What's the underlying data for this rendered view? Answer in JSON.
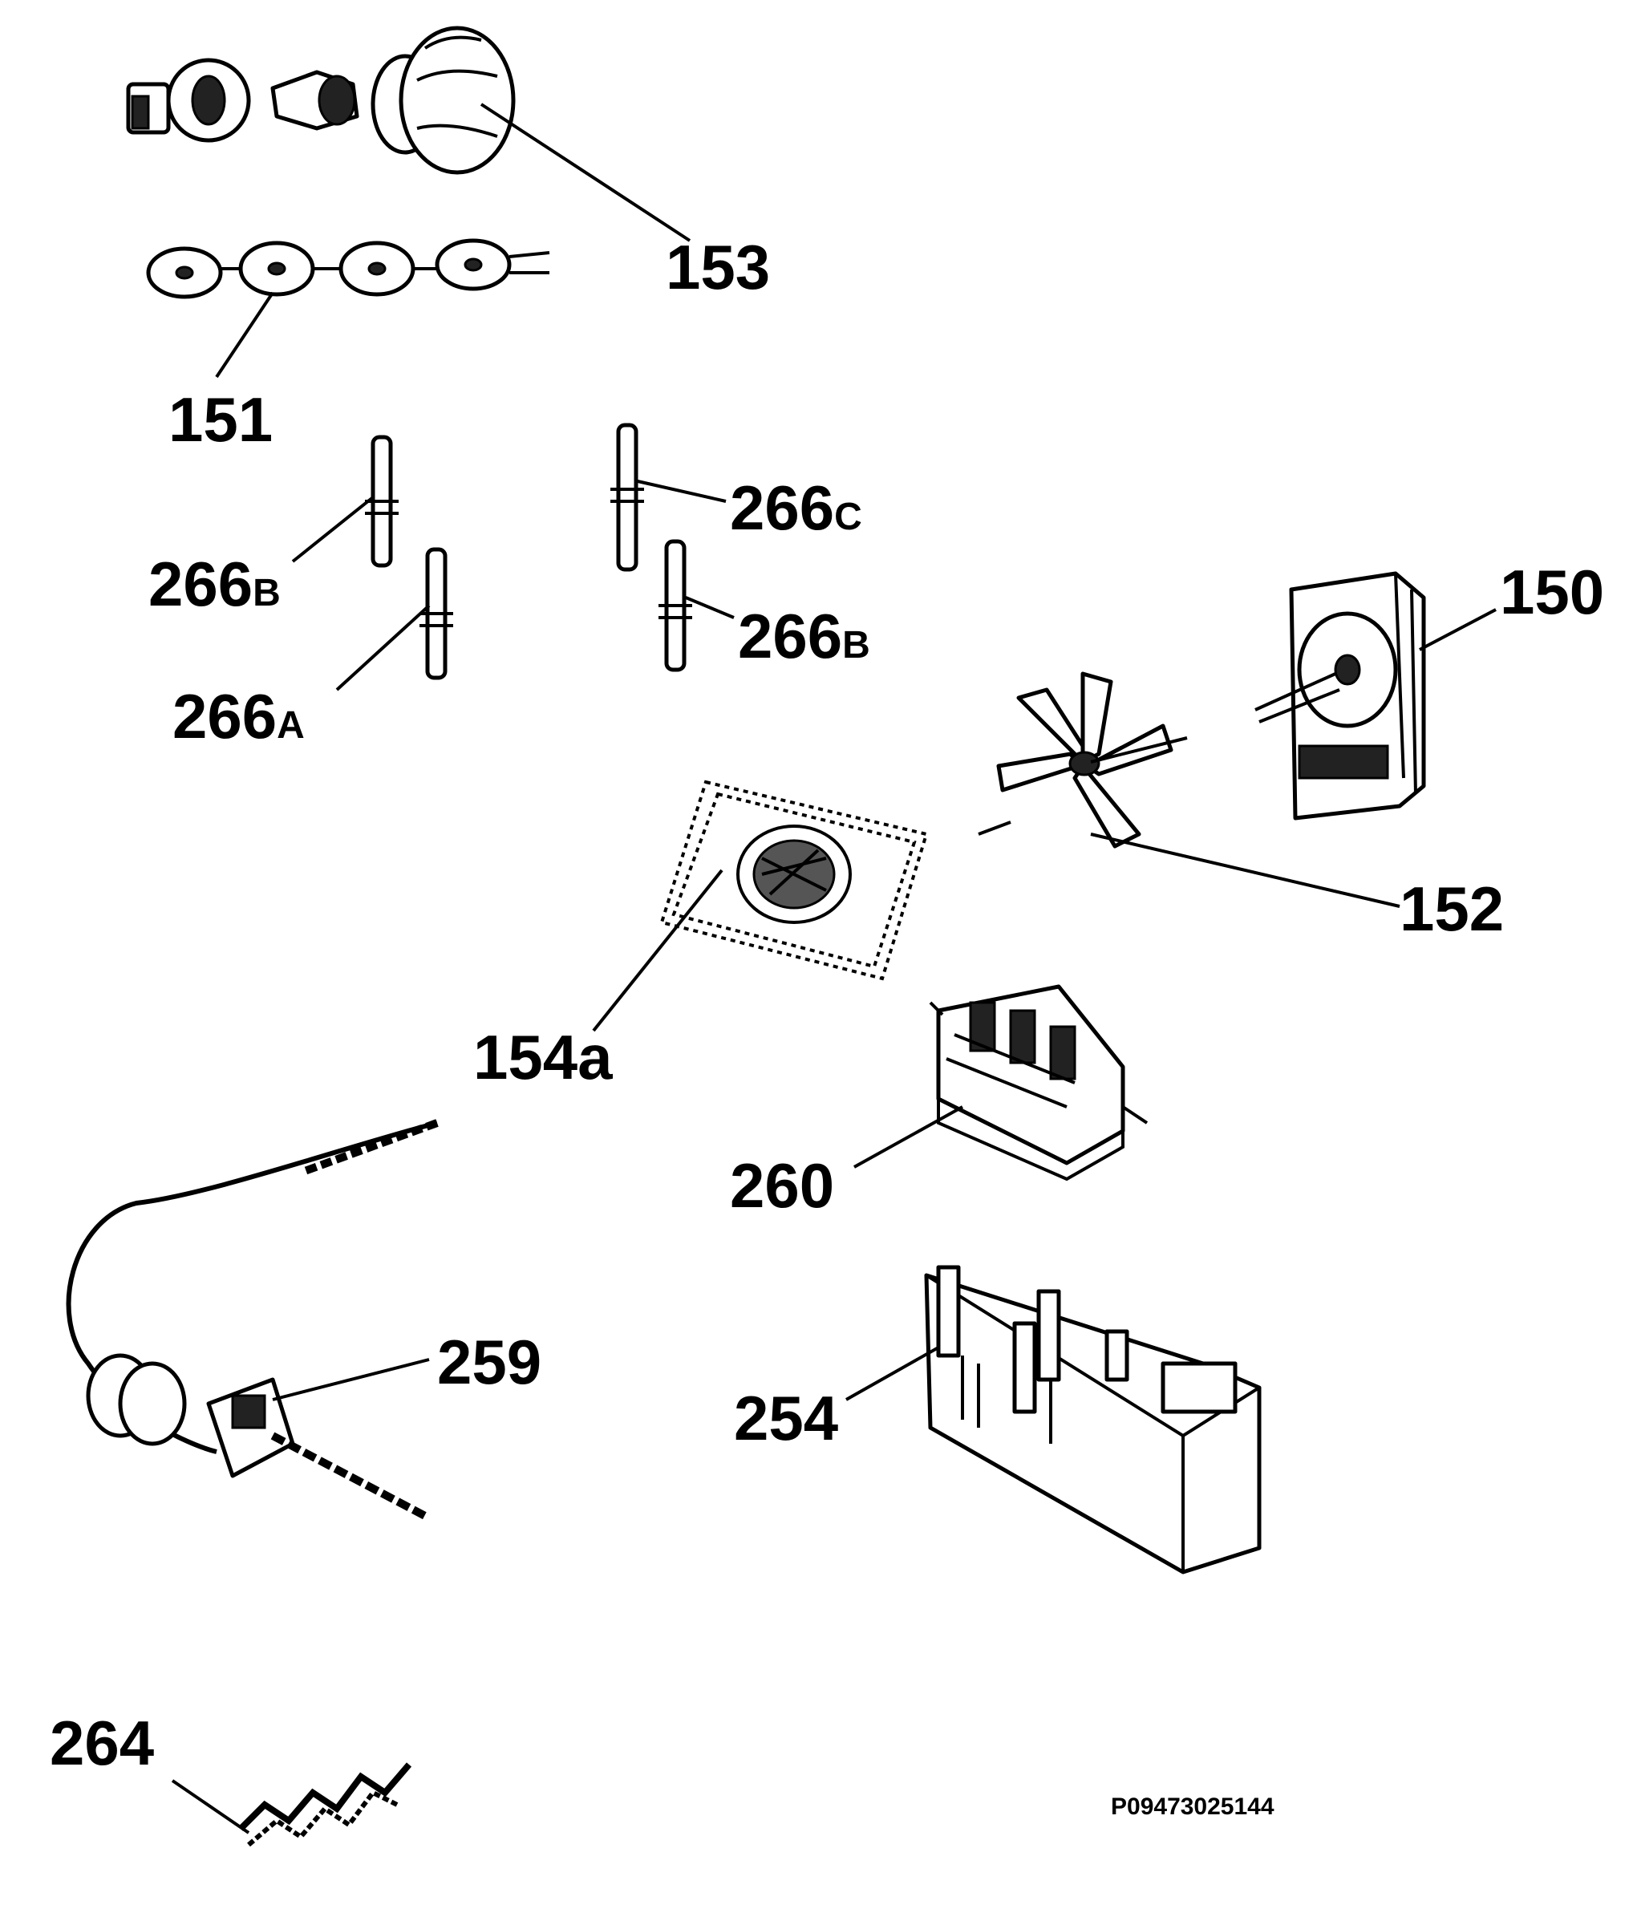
{
  "diagram": {
    "labels": {
      "l153": "153",
      "l151": "151",
      "l266b_left_num": "266",
      "l266b_left_suf": "B",
      "l266a_num": "266",
      "l266a_suf": "A",
      "l266c_num": "266",
      "l266c_suf": "C",
      "l266b_right_num": "266",
      "l266b_right_suf": "B",
      "l150": "150",
      "l152": "152",
      "l154a": "154a",
      "l260": "260",
      "l259": "259",
      "l254": "254",
      "l264": "264",
      "code": "P09473025144"
    }
  }
}
